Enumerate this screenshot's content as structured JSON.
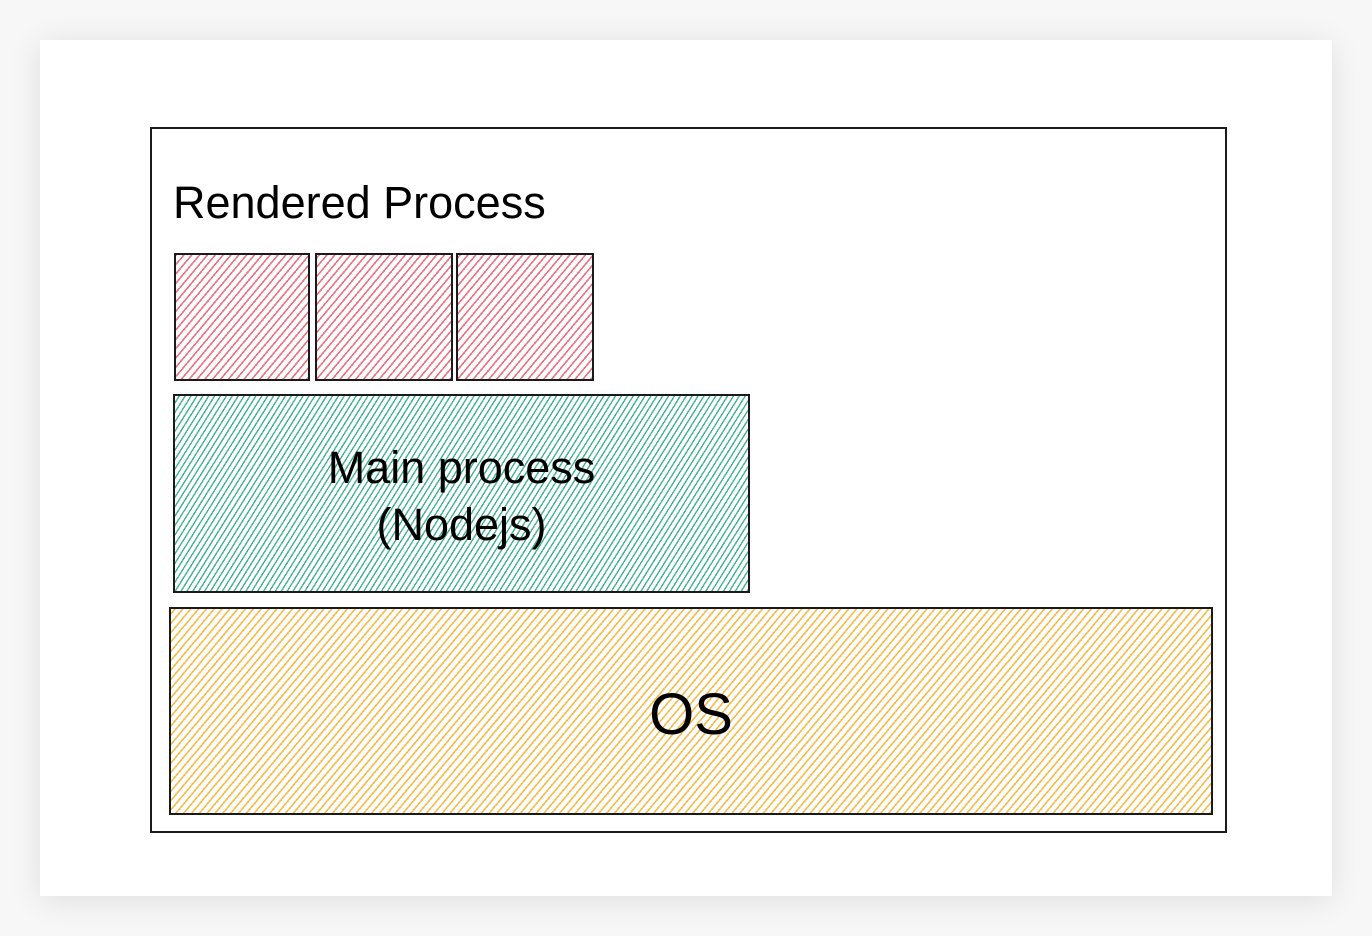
{
  "diagram": {
    "title": "Rendered Process",
    "renderer_boxes": [
      {
        "id": "renderer-1"
      },
      {
        "id": "renderer-2"
      },
      {
        "id": "renderer-3"
      }
    ],
    "main_process": {
      "line1": "Main process",
      "line2": "(Nodejs)"
    },
    "os": {
      "label": "OS"
    },
    "colors": {
      "renderer": "#e8596c",
      "main_process": "#12a074",
      "os": "#f5af28",
      "stroke": "#1a1a1a",
      "background": "#ffffff"
    }
  }
}
